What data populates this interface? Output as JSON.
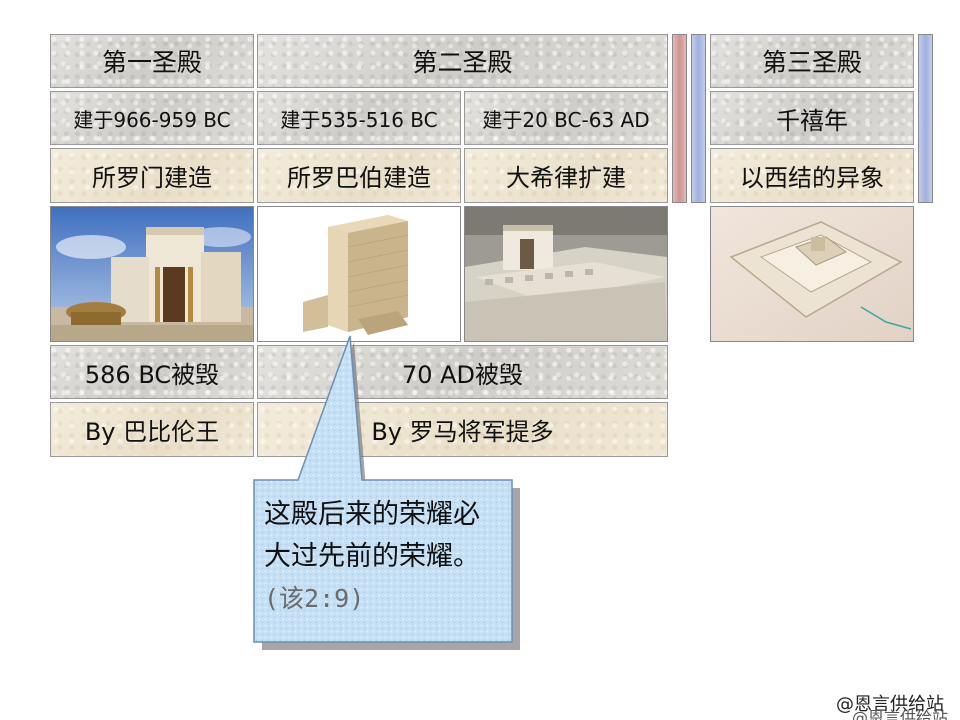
{
  "temples": {
    "first": {
      "title": "第一圣殿",
      "built": "建于966-959 BC",
      "builder": "所罗门建造",
      "destroyed": "586 BC被毁",
      "destroyed_by": "By 巴比伦王"
    },
    "second": {
      "title": "第二圣殿",
      "zerubbabel": {
        "built": "建于535-516 BC",
        "builder": "所罗巴伯建造"
      },
      "herod": {
        "built": "建于20 BC-63 AD",
        "builder": "大希律扩建"
      },
      "destroyed": "70 AD被毁",
      "destroyed_by": "By 罗马将军提多"
    },
    "third": {
      "title": "第三圣殿",
      "built": "千禧年",
      "builder": "以西结的异象"
    }
  },
  "callout": {
    "text": "这殿后来的荣耀必大过先前的荣耀。",
    "reference": "(该2:9)"
  },
  "watermark": "@恩言供给站",
  "colors": {
    "gray_cell": "#d9d7d2",
    "beige_cell": "#efe6d4",
    "divider_pink": "#d9a5a5",
    "divider_blue": "#a9b8df",
    "callout_fill": "#c7dff3"
  }
}
